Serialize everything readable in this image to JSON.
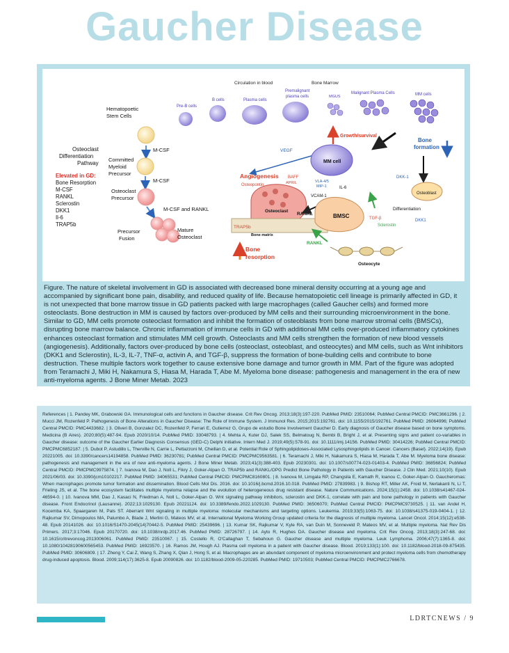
{
  "page_title": "Gaucher Disease",
  "figure": {
    "top": {
      "circulation": "Circulation in blood",
      "bone_marrow": "Bone Marrow"
    },
    "stages": {
      "pre_b": "Pre-B cells",
      "b_cells": "B cells",
      "plasma": "Plasma cells",
      "preplasma": "Premalignant\nplasma cells",
      "mgus": "MGUS",
      "malignant": "Malignant Plasma Cells",
      "mm_cells": "MM cells"
    },
    "left": {
      "hsc": "Hematopoetic\nStem Cells",
      "pathway": "Osteoclast\nDifferentiation\nPathway",
      "elevated_title": "Elevated in GD:",
      "elevated": [
        "Bone Resorption",
        "M-CSF",
        "RANKL",
        "Sclerostin",
        "DKK1",
        "Il-6",
        "TRAP5b"
      ],
      "mcsf1": "M-CSF",
      "myeloid": "Committed\nMyeloid\nPrecursor",
      "mcsf2": "M-CSF",
      "osteoclast_precursor": "Osteoclast\nPrecursor",
      "mcsf_rankl": "M-CSF and RANKL",
      "fusion": "Precursor\nFusion",
      "mature": "Mature\nOsteoclast"
    },
    "center": {
      "growth": "Growth/survival",
      "vegf": "VEGF",
      "angiogenesis": "Angiogenesis",
      "osteopontin": "Osteopontin",
      "baff": "BAFF",
      "april": "APRIL",
      "mm_cell": "MM cell",
      "vla": "VLA-4/5",
      "mip": "MIP-1",
      "vcam1": "VCAM-1",
      "il6": "IL-6",
      "osteoclast": "Osteoclast",
      "rankl1": "RANKL",
      "bmsc": "BMSC",
      "trap5b": "TRAP5b",
      "bone_matrix": "Bone matrix",
      "bone_resorption": "Bone\nresorption",
      "rankl2": "RANKL",
      "osteocyte": "Osteocyte",
      "tgf": "TGF-β",
      "sclerostin": "Sclerostin",
      "dkk1a": "DKK-1",
      "dkk1b": "DKK1",
      "differentiation": "Differentiation",
      "osteoblast": "Osteoblast",
      "bone_formation": "Bone\nformation"
    }
  },
  "caption": "Figure. The nature of skeletal involvement in GD is associated with decreased bone mineral density occurring at a young age and accompanied by significant bone pain, disability, and reduced quality of life. Because hematopoietic cell lineage is primarily affected in GD, it is not unexpected that bone marrow tissue in GD patients packed with large macrophages (called Gaucher cells) and formed more osteoclasts. Bone destruction in MM is caused by factors over-produced by MM cells and their surrounding microenvironment in the bone. Similar to GD, MM cells promote osteoclast formation and inhibit the formation of osteoblasts from bone marrow stromal cells (BMSCs), disrupting bone marrow balance. Chronic inflammation of immune cells in GD with additional MM cells over-produced inflammatory cytokines enhances osteoclast formation and stimulates MM cell growth. Osteoclasts and MM cells strengthen the formation of new blood vessels (angiogenesis). Additionally, factors over-produced by bone cells (osteoclast, osteoblast, and osteocytes) and MM cells, such as Wnt inhibitors (DKK1 and Sclerostin), IL-3, IL-7, TNF-α, activin A, and TGF-β, suppress the formation of bone-building cells and contribute to bone destruction. These multiple factors work together to cause extensive bone damage and tumor growth in MM. Part of the figure was adopted from Teramachi J, Miki H, Nakamura S, Hiasa M, Harada T, Abe M. Myeloma bone disease: pathogenesis and management in the era of new anti-myeloma agents. J Bone Miner Metab. 2023",
  "references": "References | 1. Pandey MK, Grabowski GA. Immunological cells and functions in Gaucher disease. Crit Rev Oncog. 2013;18(3):197-220. PubMed PMID: 23510064; PubMed Central PMCID: PMC3661296. | 2. Mucci JM, Rozenfeld P. Pathogenesis of Bone Alterations in Gaucher Disease: The Role of Immune System. J Immunol Res. 2015;2015:192761. doi: 10.1155/2015/192761. PubMed PMID: 26064996; PubMed Central PMCID: PMC4433682. | 3. Oliveri B, Gonzalez DC, Rozenfeld P, Ferrari E, Gutierrez G, Grupo de estudio Bone Involvement Gaucher D. Early diagnosis of Gaucher disease based on bone symptoms. Medicina (B Aires). 2020;80(5):487-94. Epub 2020/10/14. PubMed PMID: 33048793. | 4. Mehta A, Kuter DJ, Salek SS, Belmatoug N, Bembi B, Bright J, et al. Presenting signs and patient co-variables in Gaucher disease: outcome of the Gaucher Earlier Diagnosis Consensus (GED-C) Delphi initiative. Intern Med J. 2019;49(5):578-91. doi: 10.1111/imj.14156. PubMed PMID: 30414226; PubMed Central PMCID: PMCPMC6852187. | 5. Dubot P, Astudillo L, Therville N, Carrie L, Pettazzoni M, Cheillan D, et al. Potential Role of Sphingolipidoses-Associated Lysosphingolipids in Cancer. Cancers (Basel). 2022;14(19). Epub 20221005. doi: 10.3390/cancers14194858. PubMed PMID: 36230781; PubMed Central PMCID: PMCPMC9563581. | 6. Teramachi J, Miki H, Nakamura S, Hiasa M, Harada T, Abe M. Myeloma bone disease: pathogenesis and management in the era of new anti-myeloma agents. J Bone Miner Metab. 2023;41(3):388-403. Epub 20230301. doi: 10.1007/s00774-023-01403-4. PubMed PMID: 36856824; PubMed Central PMCID: PMCPMC9975874. | 7. Ivanova M, Dao J, Noll L, Fikry J, Goker-Alpan O. TRAP5b and RANKL/OPG Predict Bone Pathology in Patients with Gaucher Disease. J Clin Med. 2021;10(10). Epub 2021/06/03. doi: 10.3390/jcm10102217. PubMed PMID: 34065531; PubMed Central PMCID: PMCPMC8160801. | 8. Ivanova M, Limgala RP, Changsila E, Kamath R, Ioanou C, Goker-Alpan O. Gaucheromas: When macrophages promote tumor formation and dissemination. Blood Cells Mol Dis. 2016. doi: 10.1016/j.bcmd.2016.10.018. PubMed PMID: 27839983. | 9. Bishop RT, Miller AK, Froid M, Nerlakanti N, Li T, Frieling JS, et al. The bone ecosystem facilitates multiple myeloma relapse and the evolution of heterogeneous drug resistant disease. Nature Communications. 2024;15(1):2458. doi: 10.1038/s41467-024-46594-0. | 10. Ivanova MM, Dao J, Kasaci N, Friedman A, Noll L, Goker-Alpan O. Wnt signaling pathway inhibitors, sclerostin and DKK-1, correlate with pain and bone pathology in patients with Gaucher disease. Front Endocrinol (Lausanne). 2022;13:1029130. Epub 20221124. doi: 10.3389/fendo.2022.1029130. PubMed PMID: 36506070; PubMed Central PMCID: PMCPMC9730525. | 11. van Andel H, Kocemba KA, Spaargaren M, Pals ST. Aberrant Wnt signaling in multiple myeloma: molecular mechanisms and targeting options. Leukemia. 2019;33(5):1063-75. doi: 10.1038/s41375-019-0404-1. | 12. Rajkumar SV, Dimopoulos MA, Palumbo A, Blade J, Merlini G, Mateos MV, et al. International Myeloma Working Group updated criteria for the diagnosis of multiple myeloma. Lancet Oncol. 2014;15(12):e538-48. Epub 20141026. doi: 10.1016/S1470-2045(14)70442-5. PubMed PMID: 25439696. | 13. Kumar SK, Rajkumar V, Kyle RA, van Duin M, Sonneveld P, Mateos MV, et al. Multiple myeloma. Nat Rev Dis Primers. 2017;3:17046. Epub 20170720. doi: 10.1038/nrdp.2017.46. PubMed PMID: 28726797. | 14. Ayto R, Hughes DA. Gaucher disease and myeloma. Crit Rev Oncog. 2013;18(3):247-68. doi: 10.1615/critrevoncog.2013006061. PubMed PMID: 23510067. | 15. Costello R, O'Callaghan T, Sebahoun G. Gaucher disease and multiple myeloma. Leuk Lymphoma. 2006;47(7):1365-8. doi: 10.1080/10428190600565453. PubMed PMID: 16923570. | 16. Ramos JM, Hough AJ. Plasma cell myeloma in a patient with Gaucher disease. Blood. 2019;133(1):100. doi: 10.1182/blood-2018-09-875435. PubMed PMID: 30606809. | 17. Zheng Y, Cai Z, Wang S, Zhang X, Qian J, Hong S, et al. Macrophages are an abundant component of myeloma microenvironment and protect myeloma cells from chemotherapy drug-induced apoptosis. Blood. 2009;114(17):3625-8. Epub 20090826. doi: 10.1182/blood-2009-05-220285. PubMed PMID: 19710503; PubMed Central PMCID: PMCPMC2766678.",
  "footer": "LDRTCNEWS / 9",
  "colors": {
    "title": "#b7dde6",
    "panel": "#b9dfe8",
    "refs_bg": "#c9e6ee",
    "accent": "#2fb6c6"
  }
}
